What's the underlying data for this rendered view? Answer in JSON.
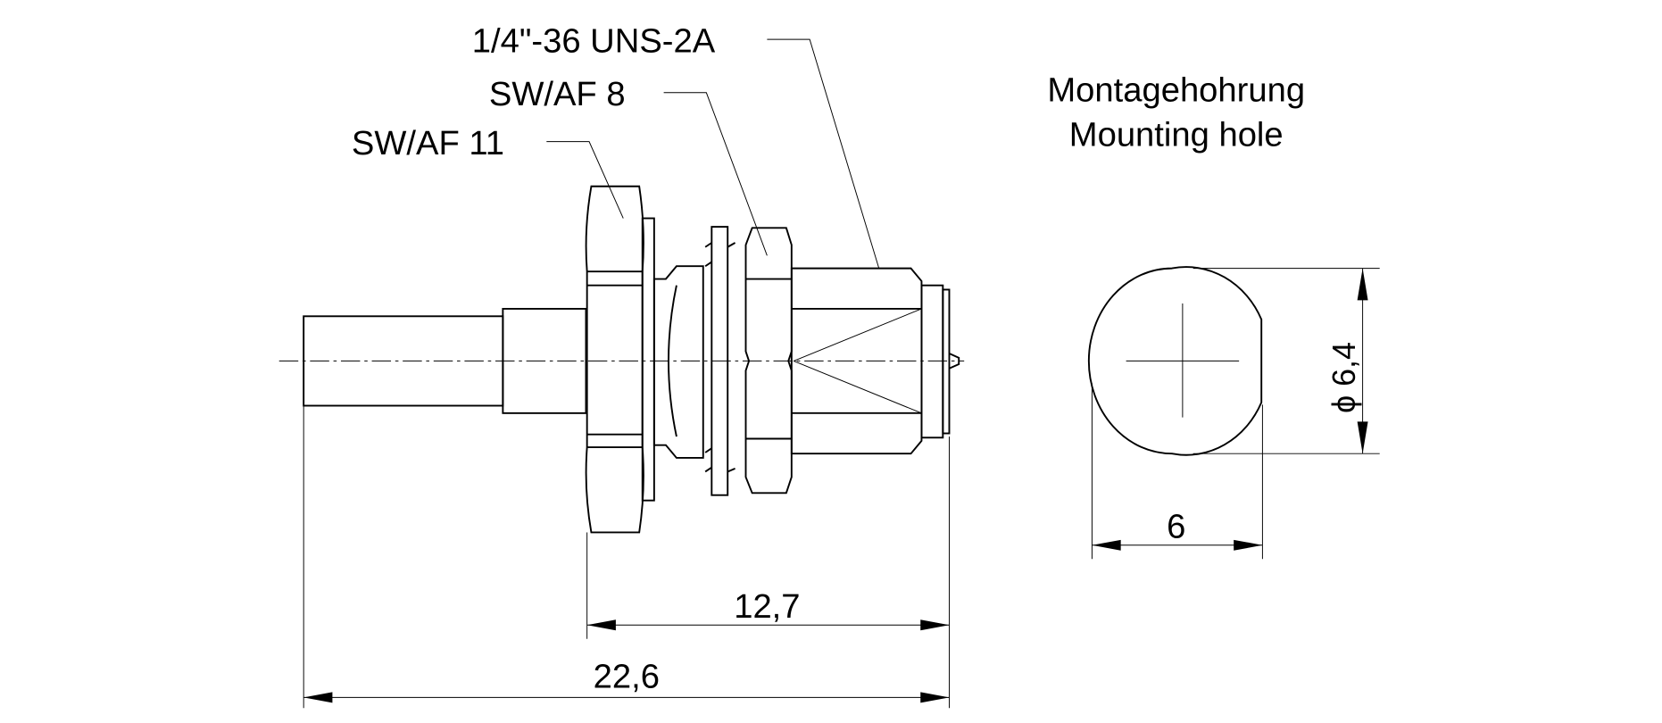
{
  "labels": {
    "thread": "1/4\"-36 UNS-2A",
    "af8": "SW/AF 8",
    "af11": "SW/AF 11",
    "mounting_de": "Montagehohrung",
    "mounting_en": "Mounting hole"
  },
  "dimensions": {
    "length_body": "12,7",
    "length_total": "22,6",
    "hole_width": "6",
    "hole_diameter": "ϕ 6,4"
  }
}
